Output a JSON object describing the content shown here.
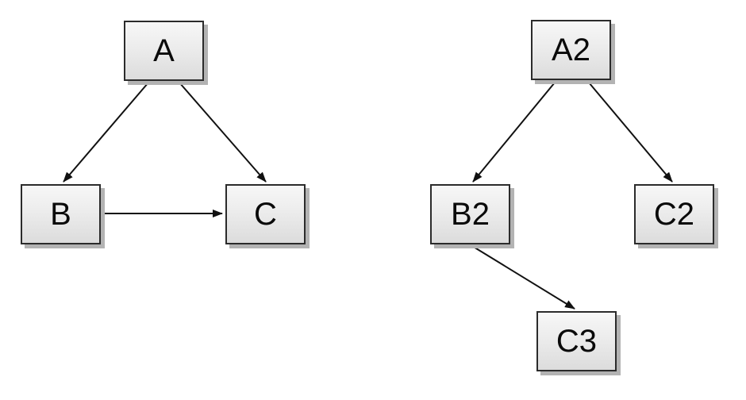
{
  "diagrams": {
    "left": {
      "nodes": [
        {
          "id": "A",
          "label": "A"
        },
        {
          "id": "B",
          "label": "B"
        },
        {
          "id": "C",
          "label": "C"
        }
      ],
      "edges": [
        {
          "from": "A",
          "to": "B"
        },
        {
          "from": "A",
          "to": "C"
        },
        {
          "from": "B",
          "to": "C"
        }
      ]
    },
    "right": {
      "nodes": [
        {
          "id": "A2",
          "label": "A2"
        },
        {
          "id": "B2",
          "label": "B2"
        },
        {
          "id": "C2",
          "label": "C2"
        },
        {
          "id": "C3",
          "label": "C3"
        }
      ],
      "edges": [
        {
          "from": "A2",
          "to": "B2"
        },
        {
          "from": "A2",
          "to": "C2"
        },
        {
          "from": "B2",
          "to": "C3"
        }
      ]
    }
  },
  "colors": {
    "background": "#ffffff",
    "node_fill_top": "#f7f7f7",
    "node_fill_bottom": "#dcdcdc",
    "node_border": "#2b2b2b",
    "node_shadow": "#b3b3b3",
    "arrow": "#111111",
    "label_text": "#0a0a0a"
  }
}
